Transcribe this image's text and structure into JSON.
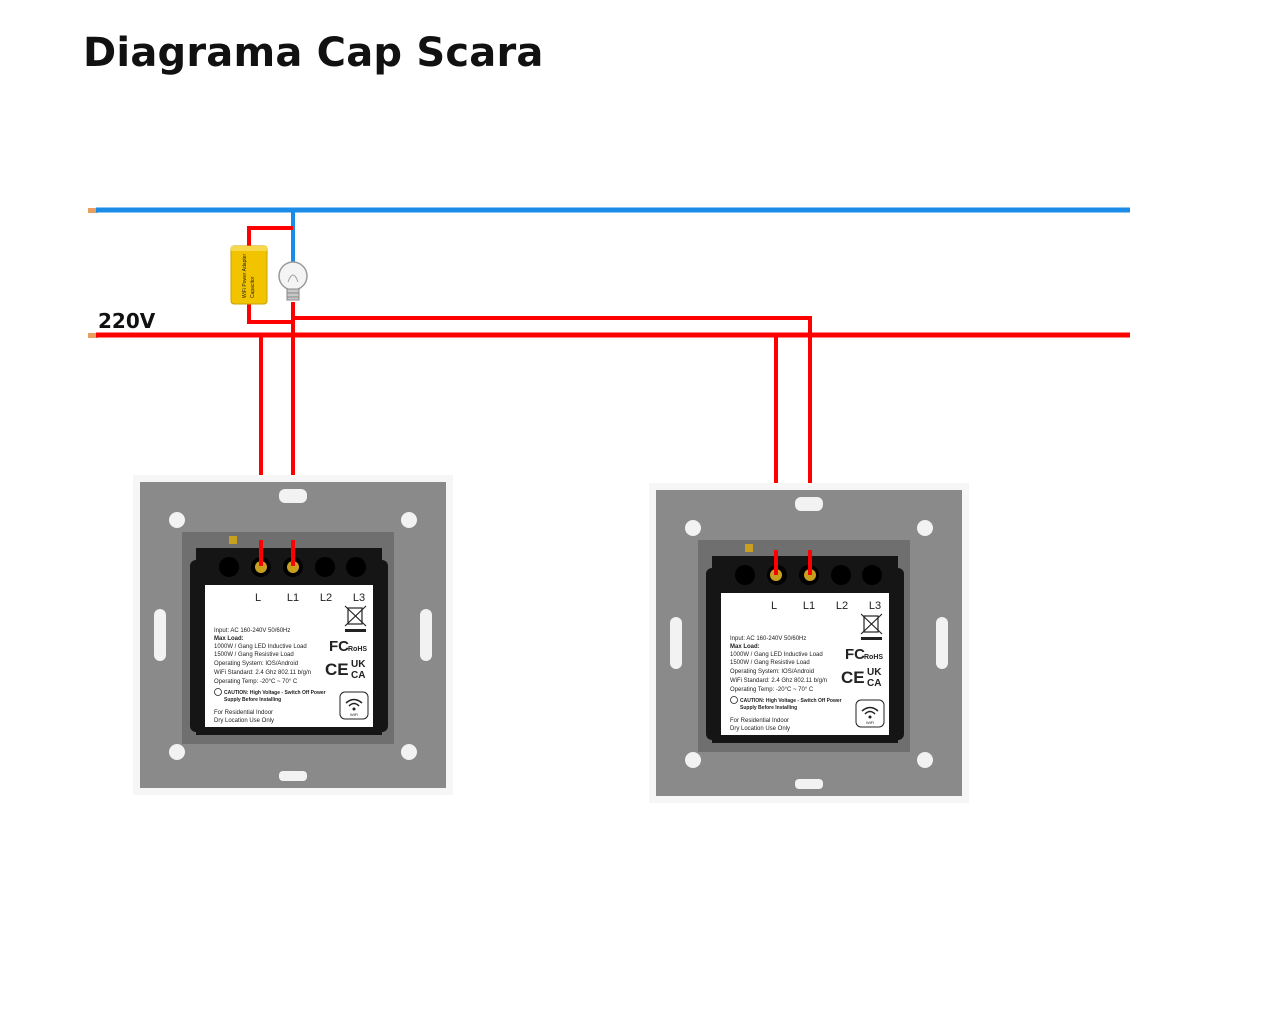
{
  "title": "Diagrama Cap Scara",
  "voltage_label": "220V",
  "wire_colors": {
    "neutral": "#1a8ce8",
    "phase": "#ff0000",
    "plate": "#8a8a8a",
    "module": "#111111",
    "capacitor": "#f2c400"
  },
  "capacitor": {
    "text1": "WiFi Power Adapter",
    "text2": "Capacitor"
  },
  "switches": [
    {
      "name": "left",
      "terminals": [
        "L",
        "L1",
        "L2",
        "L3"
      ],
      "label": {
        "input": "Input: AC 160-240V 50/60Hz",
        "max_load": "Max Load:",
        "load1": "1000W / Gang LED Inductive Load",
        "load2": "1500W / Gang Resistive Load",
        "os": "Operating System: IOS/Android",
        "wifi": "WiFi Standard: 2.4 Ghz 802.11 b/g/n",
        "temp": "Operating Temp: -20°C ~ 70° C",
        "caution": "CAUTION: High Voltage - Switch Off Power",
        "caution2": "Supply Before Installing",
        "res1": "For Residential Indoor",
        "res2": "Dry Location Use Only",
        "fc": "FC",
        "rohs": "RoHS",
        "ce": "CE",
        "uk": "UK",
        "ca": "CA",
        "wifi_badge": "WiFi"
      }
    },
    {
      "name": "right",
      "terminals": [
        "L",
        "L1",
        "L2",
        "L3"
      ],
      "label": {
        "input": "Input: AC 160-240V 50/60Hz",
        "max_load": "Max Load:",
        "load1": "1000W / Gang LED Inductive Load",
        "load2": "1500W / Gang Resistive Load",
        "os": "Operating System: IOS/Android",
        "wifi": "WiFi Standard: 2.4 Ghz 802.11 b/g/n",
        "temp": "Operating Temp: -20°C ~ 70° C",
        "caution": "CAUTION: High Voltage - Switch Off Power",
        "caution2": "Supply Before Installing",
        "res1": "For Residential Indoor",
        "res2": "Dry Location Use Only",
        "fc": "FC",
        "rohs": "RoHS",
        "ce": "CE",
        "uk": "UK",
        "ca": "CA",
        "wifi_badge": "WiFi"
      }
    }
  ]
}
